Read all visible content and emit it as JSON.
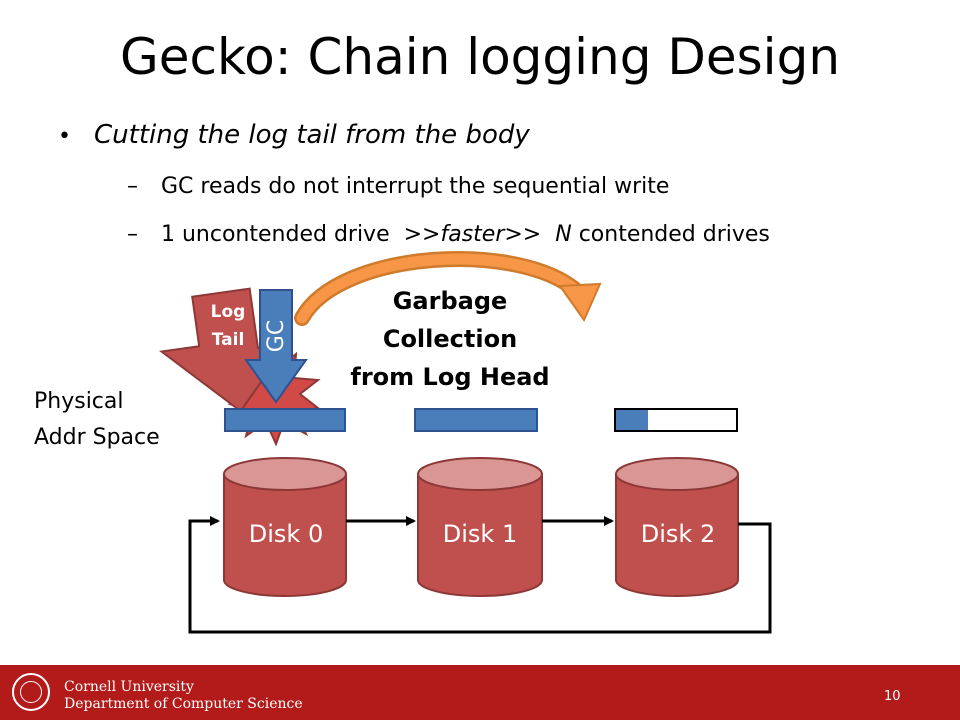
{
  "slide": {
    "title": "Gecko: Chain logging Design",
    "bullet": {
      "mark": "•",
      "text": "Cutting the log tail from the body"
    },
    "sub_bullets": [
      {
        "dash": "–",
        "text": "GC reads do not interrupt the sequential write"
      },
      {
        "dash": "–",
        "pre": "1 uncontended drive  >>",
        "em": "faster",
        "mid": ">>  ",
        "em2": "N",
        "post": " contended drives"
      }
    ]
  },
  "diagram": {
    "physical_label_line1": "Physical",
    "physical_label_line2": "Addr Space",
    "gc_annotation_line1": "Garbage",
    "gc_annotation_line2": "Collection",
    "gc_annotation_line3": "from Log Head",
    "log_tail_line1": "Log",
    "log_tail_line2": "Tail",
    "gc_arrow_label": "GC",
    "disks": [
      "Disk 0",
      "Disk 1",
      "Disk 2"
    ],
    "disk2_fill_fraction": 0.27,
    "colors": {
      "disk_body": "#c0504d",
      "disk_top": "#d99694",
      "disk_border": "#8c3836",
      "addr_bar": "#4a7ebb",
      "arc_arrow": "#f79646",
      "burst": "#d24a47",
      "footer": "#b31b1b"
    }
  },
  "footer": {
    "university": "Cornell University",
    "department": "Department of Computer Science",
    "page_number": "10"
  }
}
